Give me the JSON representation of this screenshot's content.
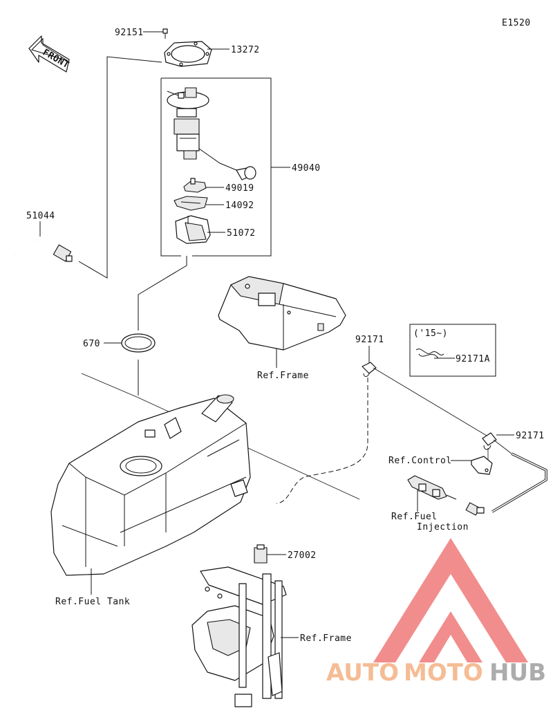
{
  "diagram_code": "E1520",
  "front_label": "FRONT",
  "callouts": {
    "p92151": "92151",
    "p13272": "13272",
    "p49040": "49040",
    "p49019": "49019",
    "p14092": "14092",
    "p51072": "51072",
    "p51044": "51044",
    "p670": "670",
    "p92171_top": "92171",
    "p92171_right": "92171",
    "p92171A": "92171A",
    "p27002": "27002"
  },
  "inset_label": "('15~)",
  "refs": {
    "frame_top": "Ref.Frame",
    "control": "Ref.Control",
    "fuel_injection_1": "Ref.Fuel",
    "fuel_injection_2": "Injection",
    "fuel_tank": "Ref.Fuel Tank",
    "frame_bottom": "Ref.Frame"
  },
  "watermark": {
    "part1": "AUTO",
    "part2": "MOTO",
    "part3": "HUB",
    "color_light": "#f4b183",
    "color_dark": "#9e9e9e",
    "triangle_color": "#f07a7a"
  }
}
